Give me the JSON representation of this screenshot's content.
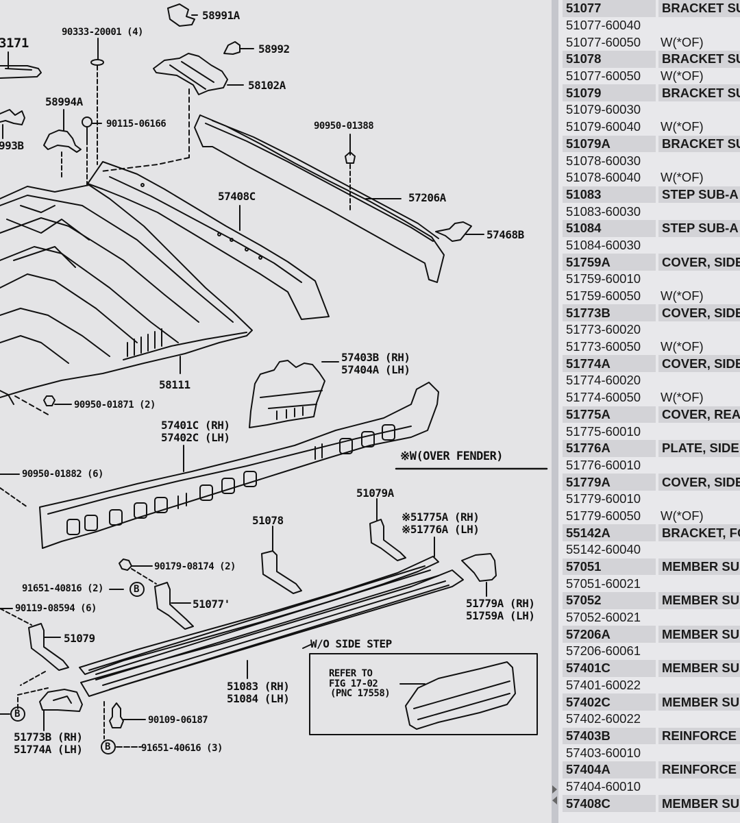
{
  "diagram": {
    "title": "Side step / rear floor parts diagram",
    "labels": [
      {
        "id": "58991A",
        "text": "58991A"
      },
      {
        "id": "90333-20001",
        "text": "90333-20001 (4)"
      },
      {
        "id": "58171",
        "text": "3171"
      },
      {
        "id": "58992",
        "text": "58992"
      },
      {
        "id": "58102A",
        "text": "58102A"
      },
      {
        "id": "58994A",
        "text": "58994A"
      },
      {
        "id": "90115-06166",
        "text": "90115-06166"
      },
      {
        "id": "58993B",
        "text": "993B"
      },
      {
        "id": "90950-01388",
        "text": "90950-01388"
      },
      {
        "id": "57408C",
        "text": "57408C"
      },
      {
        "id": "57206A",
        "text": "57206A"
      },
      {
        "id": "57468B",
        "text": "57468B"
      },
      {
        "id": "58111",
        "text": "58111"
      },
      {
        "id": "57403B",
        "text": "57403B (RH)"
      },
      {
        "id": "57404A",
        "text": "57404A (LH)"
      },
      {
        "id": "90950-01871",
        "text": "90950-01871 (2)"
      },
      {
        "id": "57401C",
        "text": "57401C (RH)"
      },
      {
        "id": "57402C",
        "text": "57402C (LH)"
      },
      {
        "id": "over-fender-note",
        "text": "※W(OVER FENDER)"
      },
      {
        "id": "90950-01882",
        "text": "90950-01882 (6)"
      },
      {
        "id": "51079A",
        "text": "51079A"
      },
      {
        "id": "51078",
        "text": "51078"
      },
      {
        "id": "51775A",
        "text": "※51775A (RH)"
      },
      {
        "id": "51776A",
        "text": "※51776A (LH)"
      },
      {
        "id": "90179-08174",
        "text": "90179-08174 (2)"
      },
      {
        "id": "91651-40816",
        "text": "91651-40816 (2)"
      },
      {
        "id": "51077",
        "text": "51077'"
      },
      {
        "id": "90119-08594",
        "text": "90119-08594 (6)"
      },
      {
        "id": "51779A",
        "text": "51779A (RH)"
      },
      {
        "id": "51759A",
        "text": "51759A (LH)"
      },
      {
        "id": "51079",
        "text": "51079"
      },
      {
        "id": "wo-side-step",
        "text": "W/O SIDE STEP"
      },
      {
        "id": "refer-to",
        "text": "REFER TO"
      },
      {
        "id": "fig",
        "text": "FIG 17-02"
      },
      {
        "id": "pnc",
        "text": "(PNC 17558)"
      },
      {
        "id": "51083",
        "text": "51083 (RH)"
      },
      {
        "id": "51084",
        "text": "51084 (LH)"
      },
      {
        "id": "90109-06187",
        "text": "90109-06187"
      },
      {
        "id": "51773B",
        "text": "51773B (RH)"
      },
      {
        "id": "51774A",
        "text": "51774A (LH)"
      },
      {
        "id": "91651-40616",
        "text": "91651-40616 (3)"
      },
      {
        "id": "b-marker-1",
        "text": "B"
      },
      {
        "id": "b-marker-2",
        "text": "B"
      },
      {
        "id": "b-marker-3",
        "text": "B"
      }
    ]
  },
  "parts_table": {
    "rows": [
      {
        "type": "head",
        "pnc": "51077",
        "desc": "BRACKET SU"
      },
      {
        "type": "sub",
        "pnc": "51077-60040",
        "desc": ""
      },
      {
        "type": "sub",
        "pnc": "51077-60050",
        "desc": "W(*OF)"
      },
      {
        "type": "head",
        "pnc": "51078",
        "desc": "BRACKET SU"
      },
      {
        "type": "sub",
        "pnc": "51077-60050",
        "desc": "W(*OF)"
      },
      {
        "type": "head",
        "pnc": "51079",
        "desc": "BRACKET SU"
      },
      {
        "type": "sub",
        "pnc": "51079-60030",
        "desc": ""
      },
      {
        "type": "sub",
        "pnc": "51079-60040",
        "desc": "W(*OF)"
      },
      {
        "type": "head",
        "pnc": "51079A",
        "desc": "BRACKET SU"
      },
      {
        "type": "sub",
        "pnc": "51078-60030",
        "desc": ""
      },
      {
        "type": "sub",
        "pnc": "51078-60040",
        "desc": "W(*OF)"
      },
      {
        "type": "head",
        "pnc": "51083",
        "desc": "STEP SUB-A"
      },
      {
        "type": "sub",
        "pnc": "51083-60030",
        "desc": ""
      },
      {
        "type": "head",
        "pnc": "51084",
        "desc": "STEP SUB-A"
      },
      {
        "type": "sub",
        "pnc": "51084-60030",
        "desc": ""
      },
      {
        "type": "head",
        "pnc": "51759A",
        "desc": "COVER, SIDE"
      },
      {
        "type": "sub",
        "pnc": "51759-60010",
        "desc": ""
      },
      {
        "type": "sub",
        "pnc": "51759-60050",
        "desc": "W(*OF)"
      },
      {
        "type": "head",
        "pnc": "51773B",
        "desc": "COVER, SIDE"
      },
      {
        "type": "sub",
        "pnc": "51773-60020",
        "desc": ""
      },
      {
        "type": "sub",
        "pnc": "51773-60050",
        "desc": "W(*OF)"
      },
      {
        "type": "head",
        "pnc": "51774A",
        "desc": "COVER, SIDE"
      },
      {
        "type": "sub",
        "pnc": "51774-60020",
        "desc": ""
      },
      {
        "type": "sub",
        "pnc": "51774-60050",
        "desc": "W(*OF)"
      },
      {
        "type": "head",
        "pnc": "51775A",
        "desc": "COVER, REA"
      },
      {
        "type": "sub",
        "pnc": "51775-60010",
        "desc": ""
      },
      {
        "type": "head",
        "pnc": "51776A",
        "desc": "PLATE, SIDE"
      },
      {
        "type": "sub",
        "pnc": "51776-60010",
        "desc": ""
      },
      {
        "type": "head",
        "pnc": "51779A",
        "desc": "COVER, SIDE"
      },
      {
        "type": "sub",
        "pnc": "51779-60010",
        "desc": ""
      },
      {
        "type": "sub",
        "pnc": "51779-60050",
        "desc": "W(*OF)"
      },
      {
        "type": "head",
        "pnc": "55142A",
        "desc": "BRACKET, FO"
      },
      {
        "type": "sub",
        "pnc": "55142-60040",
        "desc": ""
      },
      {
        "type": "head",
        "pnc": "57051",
        "desc": "MEMBER SU"
      },
      {
        "type": "sub",
        "pnc": "57051-60021",
        "desc": ""
      },
      {
        "type": "head",
        "pnc": "57052",
        "desc": "MEMBER SU"
      },
      {
        "type": "sub",
        "pnc": "57052-60021",
        "desc": ""
      },
      {
        "type": "head",
        "pnc": "57206A",
        "desc": "MEMBER SU"
      },
      {
        "type": "sub",
        "pnc": "57206-60061",
        "desc": ""
      },
      {
        "type": "head",
        "pnc": "57401C",
        "desc": "MEMBER SU"
      },
      {
        "type": "sub",
        "pnc": "57401-60022",
        "desc": ""
      },
      {
        "type": "head",
        "pnc": "57402C",
        "desc": "MEMBER SU"
      },
      {
        "type": "sub",
        "pnc": "57402-60022",
        "desc": ""
      },
      {
        "type": "head",
        "pnc": "57403B",
        "desc": "REINFORCE S"
      },
      {
        "type": "sub",
        "pnc": "57403-60010",
        "desc": ""
      },
      {
        "type": "head",
        "pnc": "57404A",
        "desc": "REINFORCE S"
      },
      {
        "type": "sub",
        "pnc": "57404-60010",
        "desc": ""
      },
      {
        "type": "head",
        "pnc": "57408C",
        "desc": "MEMBER SU"
      }
    ]
  },
  "splitter": {
    "expand_icon": "triangle-right-icon",
    "collapse_icon": "triangle-left-icon"
  }
}
